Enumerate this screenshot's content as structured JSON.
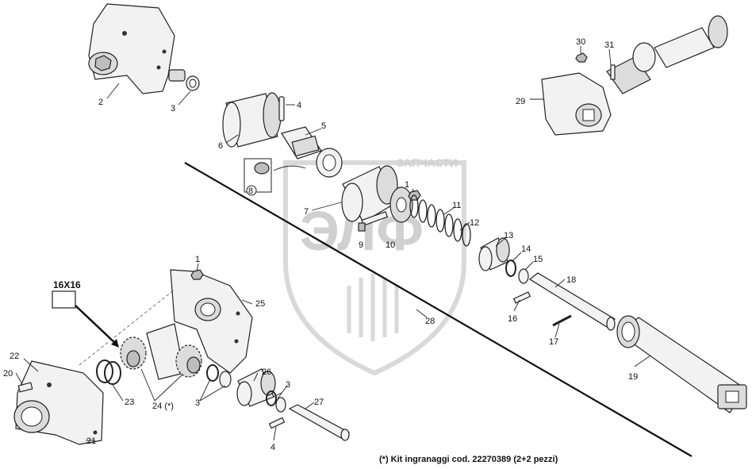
{
  "watermark": {
    "brand": "ЭЛФ",
    "subtitle": "ЗАПЧАСТИ"
  },
  "tool": {
    "size_label": "16X16"
  },
  "caption": "(*) Kit ingranaggi cod. 22270389 (2+2 pezzi)",
  "callouts": {
    "c1a": "1",
    "c1b": "1",
    "c2": "2",
    "c3a": "3",
    "c3b": "3",
    "c3c": "3",
    "c4a": "4",
    "c4b": "4",
    "c5": "5",
    "c6": "6",
    "c7": "7",
    "c8": "8",
    "c9": "9",
    "c10": "10",
    "c11": "11",
    "c12": "12",
    "c13": "13",
    "c14": "14",
    "c15": "15",
    "c16": "16",
    "c17": "17",
    "c18": "18",
    "c19": "19",
    "c20": "20",
    "c21": "21",
    "c22": "22",
    "c23": "23",
    "c24": "24 (*)",
    "c25": "25",
    "c26": "26",
    "c27": "27",
    "c28": "28",
    "c29": "29",
    "c30": "30",
    "c31": "31"
  }
}
